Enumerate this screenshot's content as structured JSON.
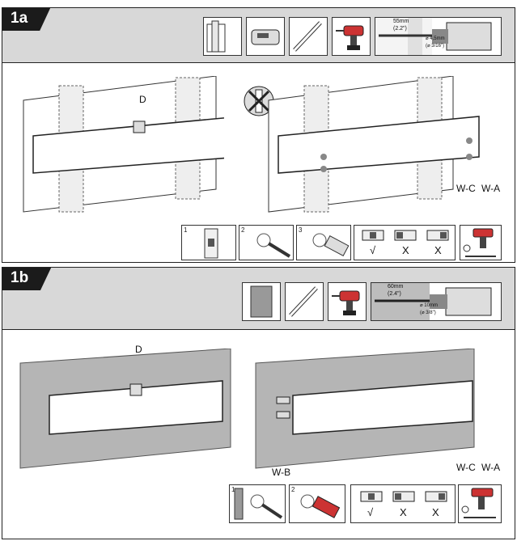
{
  "sections": [
    {
      "tag": "1a",
      "drill_depth": "55mm",
      "drill_depth_in": "(2.2\")",
      "drill_dia": "⌀ 4,5mm",
      "drill_dia_in": "(⌀ 3/16\")",
      "label_d": "D",
      "label_wc": "W-C",
      "label_wa": "W-A",
      "steps": [
        "1",
        "2",
        "3"
      ]
    },
    {
      "tag": "1b",
      "drill_depth": "60mm",
      "drill_depth_in": "(2.4\")",
      "drill_dia": "⌀ 10mm",
      "drill_dia_in": "(⌀ 3/8\")",
      "label_d": "D",
      "label_wb": "W-B",
      "label_wc": "W-C",
      "label_wa": "W-A",
      "steps": [
        "1",
        "2"
      ]
    }
  ],
  "level": {
    "ok": "√",
    "bad": "X"
  },
  "icons": [
    "stud-finder-icon",
    "level-icon",
    "pencil-icon",
    "drill-icon",
    "drill-bit-icon",
    "wrench-icon"
  ]
}
